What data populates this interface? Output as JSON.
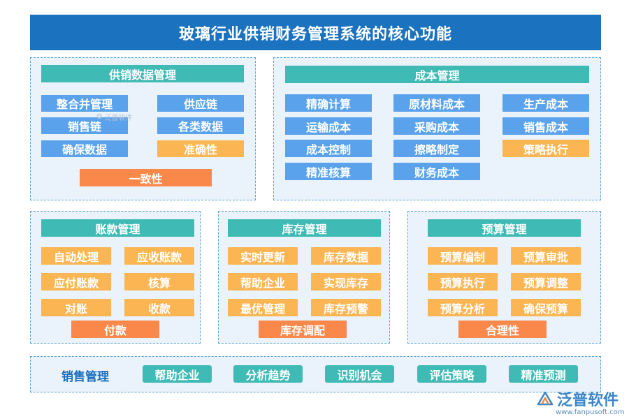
{
  "title": "玻璃行业供销财务管理系统的核心功能",
  "supply_data": {
    "heading": "供销数据管理",
    "items": [
      "整合并管理",
      "供应链",
      "销售链",
      "各类数据",
      "确保数据",
      "准确性",
      "一致性"
    ]
  },
  "cost": {
    "heading": "成本管理",
    "items": [
      "精确计算",
      "原材料成本",
      "生产成本",
      "运输成本",
      "采购成本",
      "销售成本",
      "成本控制",
      "擦略制定",
      "策略执行",
      "精准核算",
      "财务成本"
    ]
  },
  "accounts": {
    "heading": "账款管理",
    "items": [
      "自动处理",
      "应收账款",
      "应付账款",
      "核算",
      "对账",
      "收款",
      "付款"
    ]
  },
  "inventory": {
    "heading": "库存管理",
    "items": [
      "实时更新",
      "库存数据",
      "帮助企业",
      "实现库存",
      "最优管理",
      "库存预警",
      "库存调配"
    ]
  },
  "budget": {
    "heading": "预算管理",
    "items": [
      "预算编制",
      "预算审批",
      "预算执行",
      "预算调整",
      "预算分析",
      "确保预算",
      "合理性"
    ]
  },
  "sales": {
    "label": "销售管理",
    "items": [
      "帮助企业",
      "分析趋势",
      "识别机会",
      "评估策略",
      "精准预测"
    ]
  },
  "watermark": "泛普软件",
  "brand": {
    "name": "泛普软件",
    "url": "www.fanpusoft.com"
  },
  "colors": {
    "title_bg": "#1b72bf",
    "heading_teal": "#3fbab5",
    "chip_blue": "#5aa3ec",
    "chip_light_orange": "#fbb653",
    "chip_dark_orange": "#f9884a",
    "panel_bg": "#eaf3fb",
    "panel_border": "#5aa2cf"
  }
}
